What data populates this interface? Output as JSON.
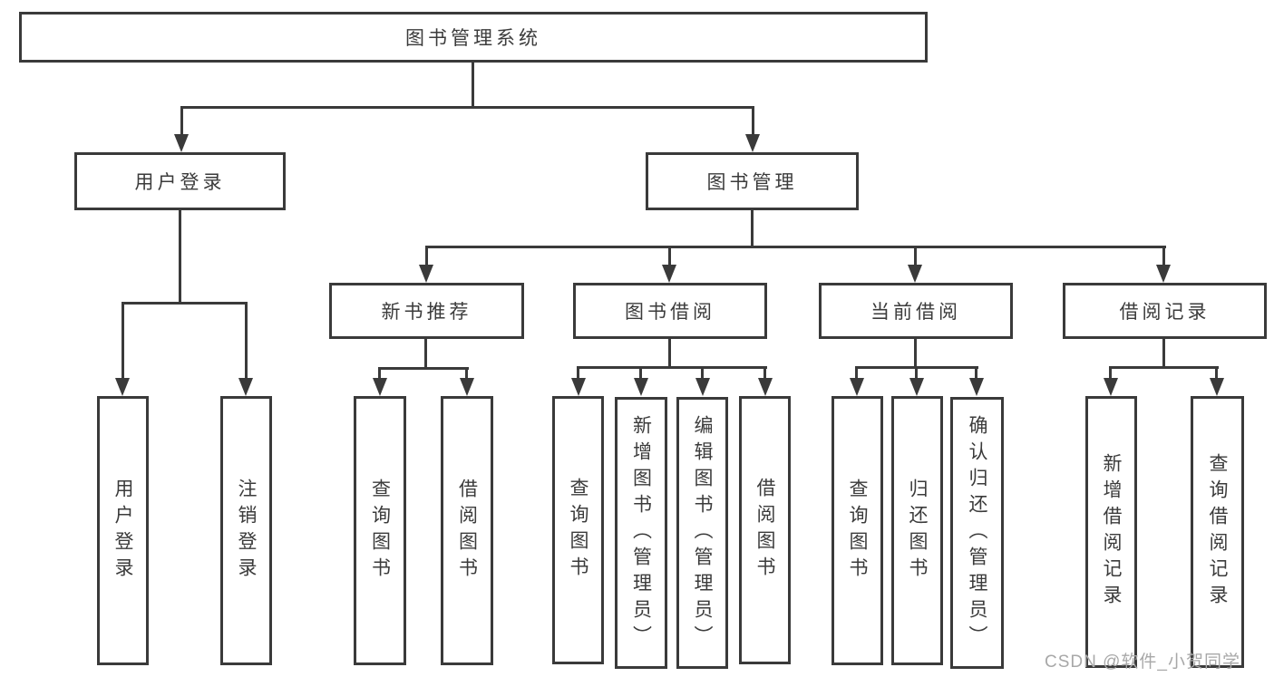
{
  "diagram": {
    "root_label": "图书管理系统",
    "branches": {
      "user_login": {
        "label": "用户登录",
        "children": [
          "用户登录",
          "注销登录"
        ]
      },
      "book_management": {
        "label": "图书管理",
        "sections": [
          {
            "label": "新书推荐",
            "children": [
              "查询图书",
              "借阅图书"
            ]
          },
          {
            "label": "图书借阅",
            "children": [
              "查询图书",
              "新增图书（管理员）",
              "编辑图书（管理员）",
              "借阅图书"
            ]
          },
          {
            "label": "当前借阅",
            "children": [
              "查询图书",
              "归还图书",
              "确认归还（管理员）"
            ]
          },
          {
            "label": "借阅记录",
            "children": [
              "新增借阅记录",
              "查询借阅记录"
            ]
          }
        ]
      }
    },
    "watermark": "CSDN @软件_小贺同学",
    "colors": {
      "line": "#3a3a3a",
      "text": "#3b3b3b",
      "watermark": "#a8a8a8",
      "bg": "#ffffff"
    }
  }
}
